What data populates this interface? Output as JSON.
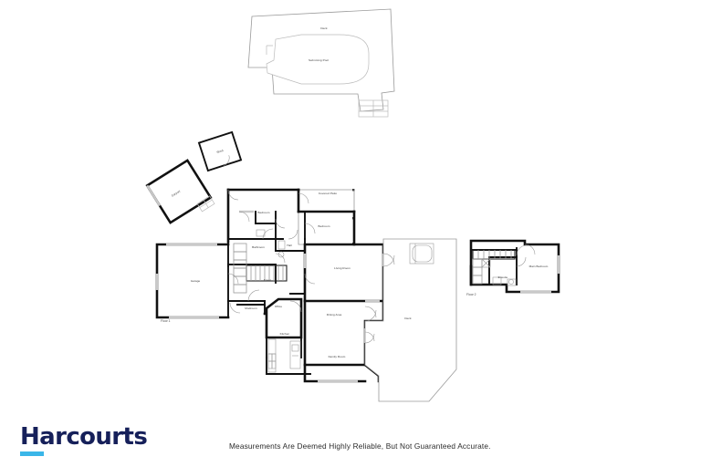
{
  "document": {
    "type": "real-estate-floor-plan",
    "background_color": "#ffffff"
  },
  "branding": {
    "logo_text": "Harcourts",
    "logo_color": "#16205a",
    "logo_accent_color": "#3ab6e8"
  },
  "disclaimer": {
    "text": "Measurements Are Deemed Highly Reliable, But Not Guaranteed Accurate."
  },
  "levels": [
    {
      "id": "floor1",
      "label": "Floor 1"
    },
    {
      "id": "floor2",
      "label": "Floor 2"
    }
  ],
  "rooms": {
    "pool_deck": "Deck",
    "swimming_pool": "Swimming Pool",
    "shed": "Shed",
    "carport": "Carport",
    "bedroom_1": "Bedroom",
    "bedroom_2": "Bedroom",
    "covered_patio": "Covered Patio",
    "bathroom": "Bathroom",
    "hall": "Hall",
    "foyer": "Foyer",
    "garage": "Garage",
    "mudroom": "Mudroom",
    "office": "Office",
    "kitchen": "Kitchen",
    "living_room": "Living Room",
    "dining_area": "Dining Area",
    "family_room": "Family Room",
    "main_deck": "Deck",
    "main_bedroom": "Main Bedroom",
    "ensuite": "Ensuite"
  },
  "features": {
    "spa": "spa-tub",
    "stairs": "staircase",
    "pool_steps": "pool-steps"
  },
  "colors": {
    "wall": "#111111",
    "light_wall": "#9a9a9a",
    "label_text": "#3a3a3a",
    "door_arc": "#8d8d8d"
  }
}
